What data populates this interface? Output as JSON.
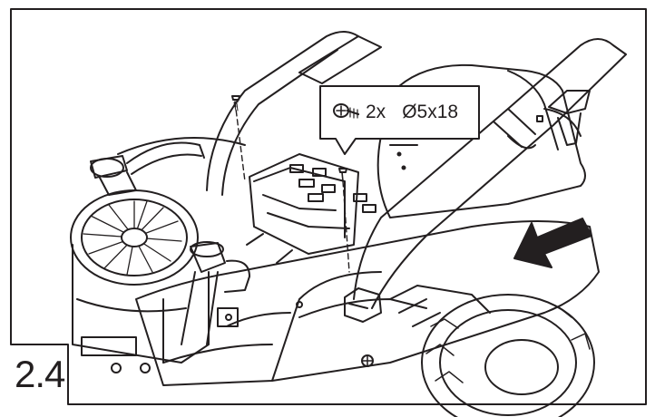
{
  "step": {
    "number": "2.4"
  },
  "callout": {
    "quantity": "2x",
    "screw_size": "Ø5x18",
    "icon": "screw-icon"
  },
  "arrow": {
    "icon": "arrow-down-left-icon"
  },
  "colors": {
    "line": "#231f20",
    "background": "#ffffff"
  }
}
